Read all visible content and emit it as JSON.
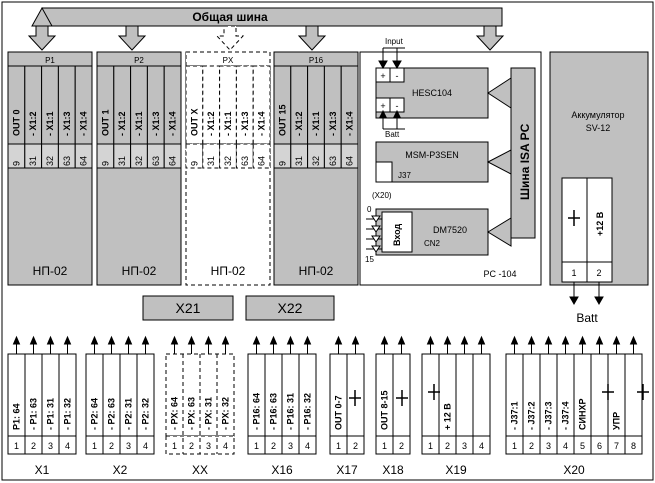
{
  "bus": {
    "label": "Общая шина"
  },
  "np_boards": [
    {
      "slot": "P1",
      "signals": [
        "OUT 0",
        "- X1:2",
        "- X1:1",
        "- X1:3",
        "- X1:4"
      ],
      "pins": [
        "9",
        "31",
        "32",
        "63",
        "64"
      ],
      "name": "НП-02",
      "dashed": false
    },
    {
      "slot": "P2",
      "signals": [
        "OUT 1",
        "- X1:2",
        "- X1:1",
        "- X1:3",
        "- X1:4"
      ],
      "pins": [
        "9",
        "31",
        "32",
        "63",
        "64"
      ],
      "name": "НП-02",
      "dashed": false
    },
    {
      "slot": "PX",
      "signals": [
        "OUT X",
        "- X1:2",
        "- X1:1",
        "- X1:3",
        "- X1:4"
      ],
      "pins": [
        "9",
        "31",
        "32",
        "63",
        "64"
      ],
      "name": "НП-02",
      "dashed": true
    },
    {
      "slot": "P16",
      "signals": [
        "OUT 15",
        "- X1:2",
        "- X1:1",
        "- X1:3",
        "- X1:4"
      ],
      "pins": [
        "9",
        "31",
        "32",
        "63",
        "64"
      ],
      "name": "НП-02",
      "dashed": false
    }
  ],
  "pc104": {
    "label": "PC -104",
    "isa_label": "Шина ISA PC",
    "hesc": {
      "name": "HESC104",
      "input": "Input",
      "batt": "Batt",
      "plus": "+",
      "minus": "-"
    },
    "msm": {
      "name": "MSM-P3SEN",
      "port": "J37",
      "ext": "(X20)"
    },
    "dm": {
      "name": "DM7520",
      "port": "CN2",
      "input": "Вход",
      "pin_first": "0",
      "pin_last": "15"
    }
  },
  "battery": {
    "title": "Аккумулятор",
    "model": "SV-12",
    "plus": "+12 В",
    "pins": [
      "1",
      "2"
    ],
    "out": "Batt"
  },
  "buses": [
    "X21",
    "X22"
  ],
  "connectors": [
    {
      "name": "X1",
      "pins": [
        "P1: 64",
        "- P1: 63",
        "- P1: 31",
        "- P1: 32"
      ],
      "nums": [
        "1",
        "2",
        "3",
        "4"
      ],
      "dashed": false
    },
    {
      "name": "X2",
      "pins": [
        "- P2: 64",
        "- P2: 63",
        "- P2: 31",
        "- P2: 32"
      ],
      "nums": [
        "1",
        "2",
        "3",
        "4"
      ],
      "dashed": false
    },
    {
      "name": "XX",
      "pins": [
        "- PX: 64",
        "- PX: 63",
        "- PX: 31",
        "- PX: 32"
      ],
      "nums": [
        "1",
        "2",
        "3",
        "4"
      ],
      "dashed": true
    },
    {
      "name": "X16",
      "pins": [
        "- P16: 64",
        "- P16: 63",
        "- P16: 31",
        "- P16: 32"
      ],
      "nums": [
        "1",
        "2",
        "3",
        "4"
      ],
      "dashed": false
    },
    {
      "name": "X17",
      "pins": [
        "OUT 0-7",
        ""
      ],
      "nums": [
        "1",
        "2"
      ],
      "dashed": false
    },
    {
      "name": "X18",
      "pins": [
        "OUT 8-15",
        ""
      ],
      "nums": [
        "1",
        "2"
      ],
      "dashed": false
    },
    {
      "name": "X19",
      "pins": [
        "",
        "+ 12 В",
        "",
        ""
      ],
      "nums": [
        "1",
        "2",
        "3",
        "4"
      ],
      "dashed": false
    },
    {
      "name": "X20",
      "pins": [
        "- J37:1",
        "- J37:2",
        "- J37:3",
        "- J37:4",
        "СИНХР",
        "",
        "УПР",
        ""
      ],
      "nums": [
        "1",
        "2",
        "3",
        "4",
        "5",
        "6",
        "7",
        "8"
      ],
      "dashed": false
    }
  ]
}
